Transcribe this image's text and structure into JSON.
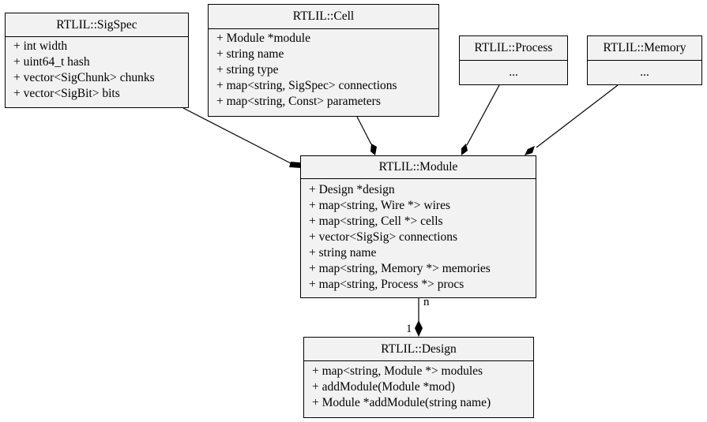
{
  "classes": {
    "sigspec": {
      "title": "RTLIL::SigSpec",
      "attributes": [
        "+ int width",
        "+ uint64_t hash",
        "+ vector<SigChunk> chunks",
        "+ vector<SigBit> bits"
      ]
    },
    "cell": {
      "title": "RTLIL::Cell",
      "attributes": [
        "+ Module *module",
        "+ string name",
        "+ string type",
        "+ map<string, SigSpec> connections",
        "+ map<string, Const> parameters"
      ]
    },
    "process": {
      "title": "RTLIL::Process",
      "attributes": [
        "..."
      ]
    },
    "memory": {
      "title": "RTLIL::Memory",
      "attributes": [
        "..."
      ]
    },
    "module": {
      "title": "RTLIL::Module",
      "attributes": [
        "+ Design *design",
        "+ map<string, Wire *> wires",
        "+ map<string, Cell *> cells",
        "+ vector<SigSig> connections",
        "+ string name",
        "+ map<string, Memory *> memories",
        "+ map<string, Process *> procs"
      ]
    },
    "design": {
      "title": "RTLIL::Design",
      "attributes": [
        "+ map<string, Module *> modules",
        "+ addModule(Module *mod)",
        "+ Module *addModule(string name)"
      ]
    }
  },
  "edges": {
    "module_design": {
      "label_many": "n",
      "label_one": "1"
    }
  }
}
